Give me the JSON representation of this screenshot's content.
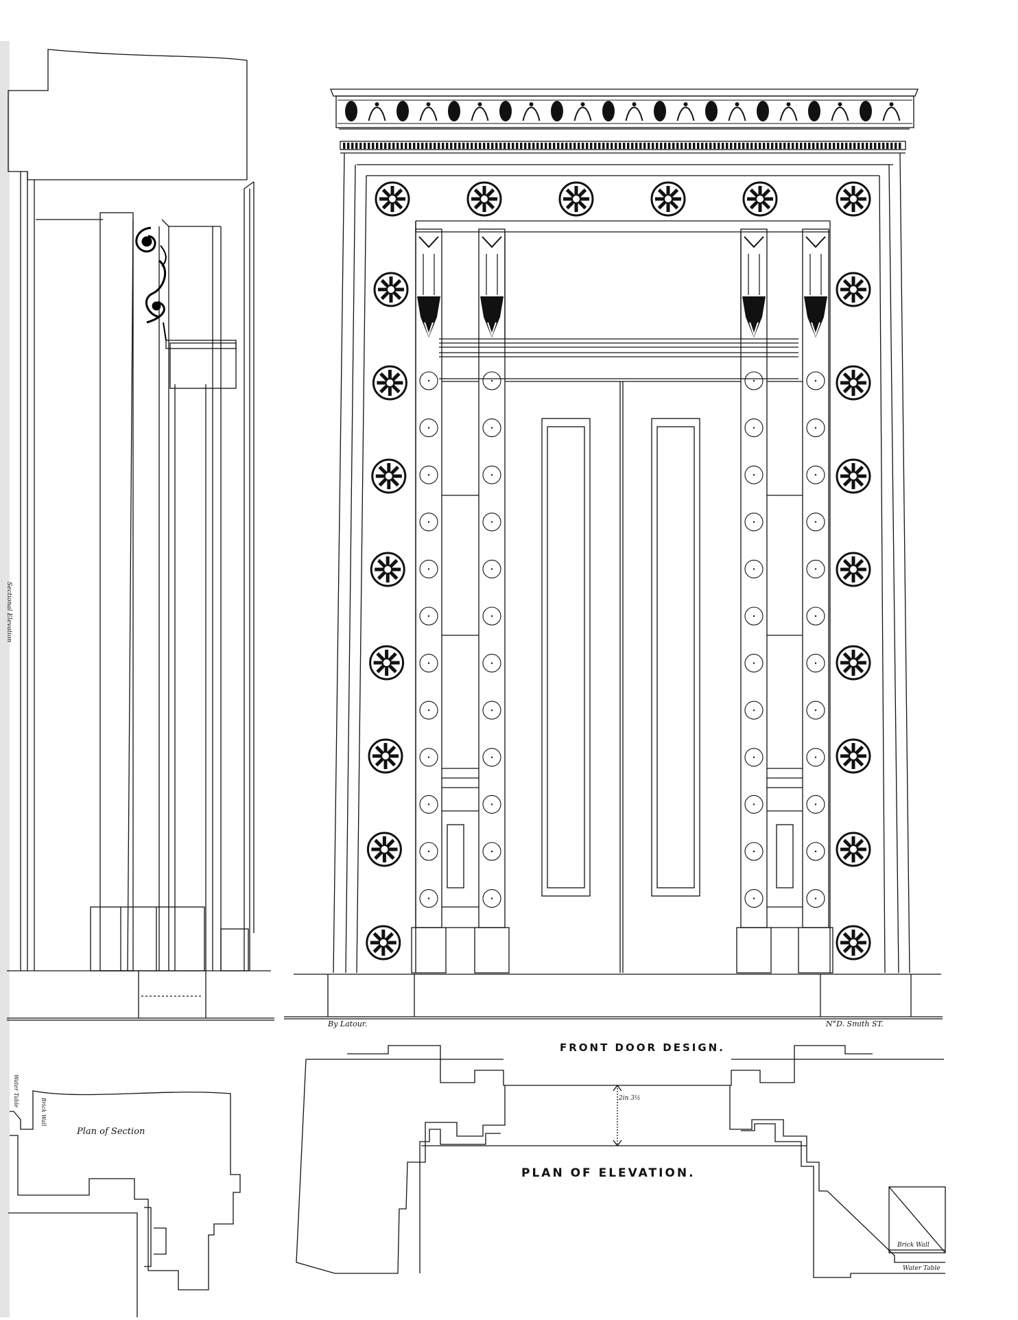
{
  "drawing": {
    "title": "FRONT DOOR DESIGN.",
    "plan_title": "PLAN OF ELEVATION.",
    "section_plan_label": "Plan of Section",
    "side_view_label": "Sectional Elevation",
    "credit_left": "By Latour.",
    "credit_right": "N°D. Smith ST.",
    "dimension_label": "2in 3½",
    "brick_wall_label": "Brick Wall",
    "water_table_label": "Water Table",
    "section_brick_label": "Brick Wall",
    "section_water_label": "Water Table"
  },
  "colors": {
    "ink": "#111111",
    "paper": "#ffffff",
    "edge_shade": "#d9d9d9"
  }
}
